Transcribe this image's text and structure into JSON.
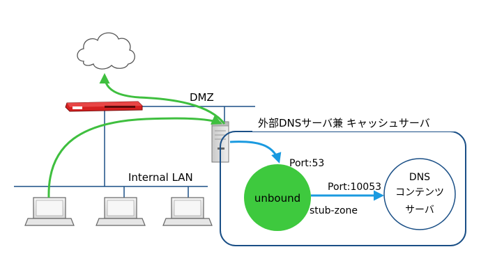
{
  "labels": {
    "dmz": "DMZ",
    "internal_lan": "Internal LAN",
    "server_box_title": "外部DNSサーバ兼 キャッシュサーバ",
    "unbound": "unbound",
    "port_53": "Port:53",
    "port_10053": "Port:10053",
    "stub_zone": "stub-zone",
    "dns_content_line1": "DNS",
    "dns_content_line2": "コンテンツ",
    "dns_content_line3": "サーバ"
  },
  "colors": {
    "green_flow": "#3fbf3f",
    "unbound_fill": "#3ec93e",
    "blue_arrow": "#1a9ae0",
    "box_border": "#1a4f86",
    "firewall_red": "#cc1a1a"
  },
  "icons": [
    "cloud-icon",
    "firewall-icon",
    "server-icon",
    "laptop-icon"
  ]
}
